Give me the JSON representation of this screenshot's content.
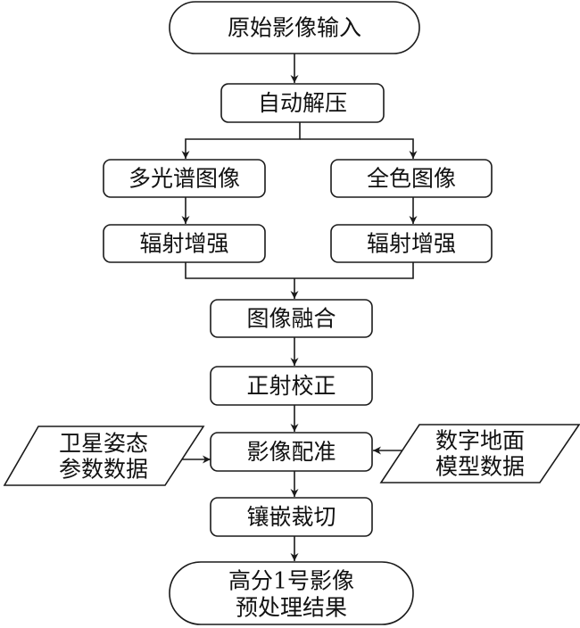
{
  "diagram": {
    "type": "flowchart",
    "nodes": {
      "input": {
        "shape": "terminal",
        "lines": [
          "原始影像输入"
        ]
      },
      "decompress": {
        "shape": "process",
        "lines": [
          "自动解压"
        ]
      },
      "multispectral": {
        "shape": "process",
        "lines": [
          "多光谱图像"
        ]
      },
      "panchromatic": {
        "shape": "process",
        "lines": [
          "全色图像"
        ]
      },
      "enhance_left": {
        "shape": "process",
        "lines": [
          "辐射增强"
        ]
      },
      "enhance_right": {
        "shape": "process",
        "lines": [
          "辐射增强"
        ]
      },
      "fusion": {
        "shape": "process",
        "lines": [
          "图像融合"
        ]
      },
      "ortho": {
        "shape": "process",
        "lines": [
          "正射校正"
        ]
      },
      "registration": {
        "shape": "process",
        "lines": [
          "影像配准"
        ]
      },
      "attitude": {
        "shape": "data",
        "lines": [
          "卫星姿态",
          "参数数据"
        ]
      },
      "dem": {
        "shape": "data",
        "lines": [
          "数字地面",
          "模型数据"
        ]
      },
      "mosaic": {
        "shape": "process",
        "lines": [
          "镶嵌裁切"
        ]
      },
      "output": {
        "shape": "terminal",
        "lines": [
          "高分1号影像",
          "预处理结果"
        ]
      }
    },
    "edges": [
      [
        "input",
        "decompress"
      ],
      [
        "decompress",
        "multispectral"
      ],
      [
        "decompress",
        "panchromatic"
      ],
      [
        "multispectral",
        "enhance_left"
      ],
      [
        "panchromatic",
        "enhance_right"
      ],
      [
        "enhance_left",
        "fusion"
      ],
      [
        "enhance_right",
        "fusion"
      ],
      [
        "fusion",
        "ortho"
      ],
      [
        "ortho",
        "registration"
      ],
      [
        "attitude",
        "registration"
      ],
      [
        "dem",
        "registration"
      ],
      [
        "registration",
        "mosaic"
      ],
      [
        "mosaic",
        "output"
      ]
    ]
  }
}
